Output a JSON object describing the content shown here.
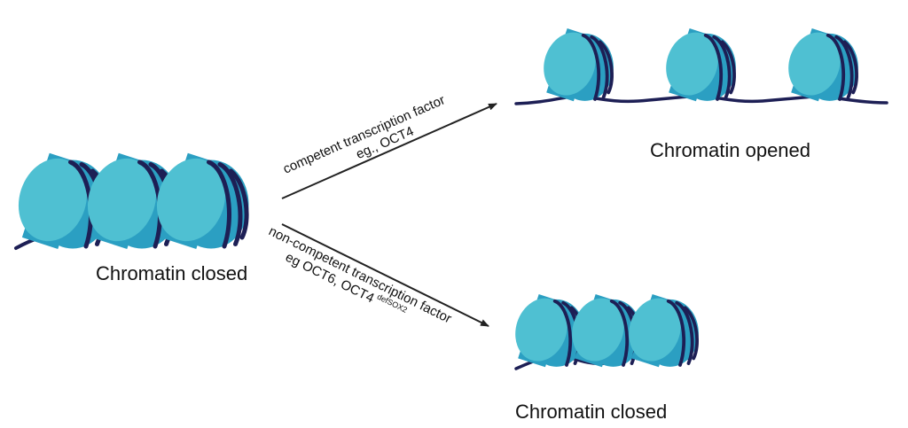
{
  "colors": {
    "nucleosome_light": "#4fc0d2",
    "nucleosome_dark": "#2b9fc2",
    "dna_strand": "#1d1f55",
    "arrow": "#222222",
    "text": "#111111"
  },
  "labels": {
    "left_state": "Chromatin closed",
    "top_state": "Chromatin opened",
    "bottom_state": "Chromatin closed"
  },
  "arrows": {
    "up": {
      "line1": "competent transcription factor",
      "line2": "eg., OCT4"
    },
    "down": {
      "line1": "non-competent transcription factor",
      "line2_main": "eg OCT6, OCT4",
      "line2_superscript": "defSOX2"
    }
  }
}
